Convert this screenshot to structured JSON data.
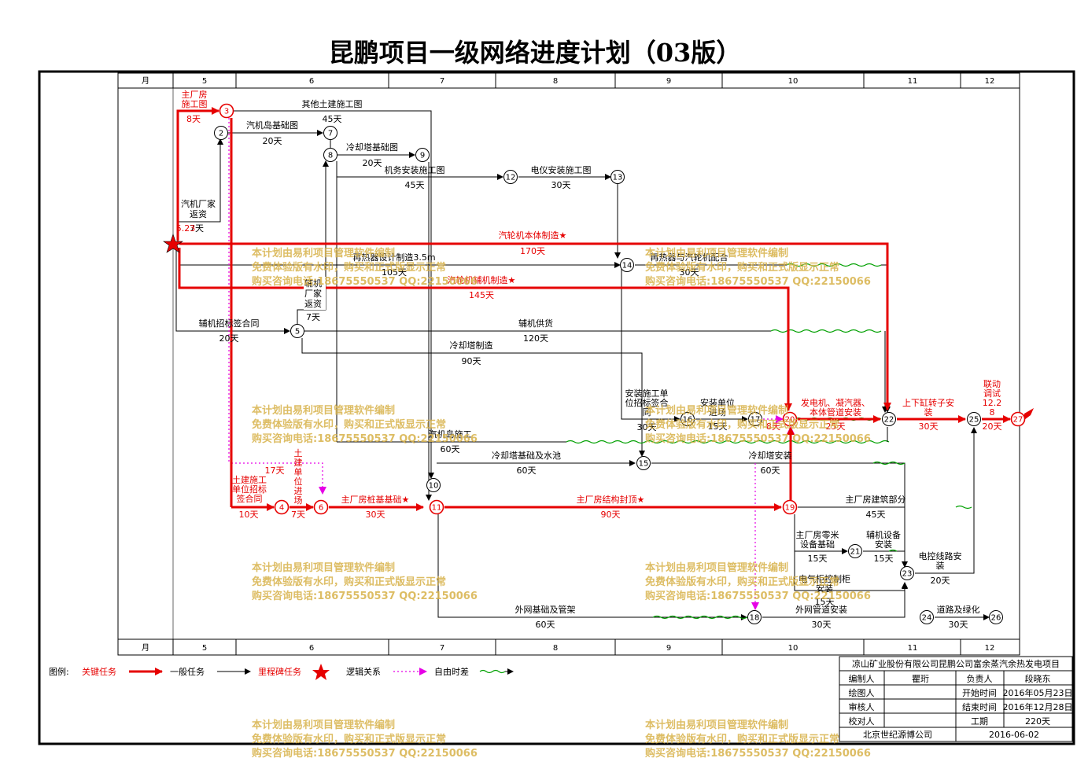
{
  "title": "昆鹏项目一级网络进度计划（03版）",
  "timeline": {
    "month_label": "月",
    "months": [
      "5",
      "6",
      "7",
      "8",
      "9",
      "10",
      "11",
      "12"
    ]
  },
  "nodes": [
    "2",
    "3",
    "4",
    "5",
    "6",
    "7",
    "8",
    "9",
    "10",
    "11",
    "12",
    "13",
    "14",
    "15",
    "16",
    "17",
    "18",
    "19",
    "20",
    "21",
    "22",
    "23",
    "24",
    "25",
    "26",
    "27"
  ],
  "tasks": [
    {
      "name": "主厂房施工图",
      "duration": "8天",
      "critical": true
    },
    {
      "name": "其他土建施工图",
      "duration": "45天"
    },
    {
      "name": "汽机岛基础图",
      "duration": "20天"
    },
    {
      "name": "冷却塔基础图",
      "duration": "20天"
    },
    {
      "name": "机务安装施工图",
      "duration": "45天"
    },
    {
      "name": "电仪安装施工图",
      "duration": "30天"
    },
    {
      "name": "汽机厂家返资",
      "duration": "7天"
    },
    {
      "name": "汽轮机本体制造★",
      "duration": "170天",
      "critical": true
    },
    {
      "name": "再热器设计制造3.5m",
      "duration": "105天"
    },
    {
      "name": "再热器与汽轮机配合",
      "duration": "30天"
    },
    {
      "name": "汽轮机辅机制造★",
      "duration": "145天",
      "critical": true
    },
    {
      "name": "辅机厂家返资",
      "duration": "7天"
    },
    {
      "name": "辅机招标签合同",
      "duration": "20天"
    },
    {
      "name": "辅机供货",
      "duration": "120天"
    },
    {
      "name": "冷却塔制造",
      "duration": "90天"
    },
    {
      "name": "安装施工单位招标签合同",
      "duration": "30天"
    },
    {
      "name": "安装单位进场",
      "duration": "15天"
    },
    {
      "name": "发电机、凝汽器、本体管道安装",
      "duration": "25天",
      "critical": true
    },
    {
      "name": "上下缸转子安装",
      "duration": "30天",
      "critical": true
    },
    {
      "name": "联动调试12.28",
      "duration": "20天",
      "critical": true
    },
    {
      "name": "汽机岛施工",
      "duration": "60天"
    },
    {
      "name": "冷却塔基础及水池",
      "duration": "60天"
    },
    {
      "name": "冷却塔安装",
      "duration": "60天"
    },
    {
      "name": "土建施工单位招标签合同",
      "duration": "10天",
      "critical": true
    },
    {
      "name": "土建单位进场",
      "duration": "7天",
      "critical": true
    },
    {
      "name": "主厂房桩基基础★",
      "duration": "30天",
      "critical": true
    },
    {
      "name": "主厂房结构封顶★",
      "duration": "90天",
      "critical": true
    },
    {
      "name": "主厂房建筑部分",
      "duration": "45天"
    },
    {
      "name": "主厂房零米设备基础",
      "duration": "15天"
    },
    {
      "name": "辅机设备安装",
      "duration": "15天"
    },
    {
      "name": "电控线路安装",
      "duration": "20天"
    },
    {
      "name": "电气柜控制柜安装",
      "duration": "15天"
    },
    {
      "name": "外网基础及管架",
      "duration": "60天"
    },
    {
      "name": "外网管道安装",
      "duration": "30天"
    },
    {
      "name": "道路及绿化",
      "duration": "30天"
    }
  ],
  "float_labels": {
    "f17": "17天",
    "start_date": "5.23"
  },
  "legend": {
    "title": "图例:",
    "critical": "关键任务",
    "normal": "一般任务",
    "milestone": "里程碑任务",
    "logic": "逻辑关系",
    "float": "自由时差"
  },
  "info": {
    "project": "凉山矿业股份有限公司昆鹏公司富余蒸汽余热发电项目",
    "rows": [
      [
        "编制人",
        "瞿珩",
        "负责人",
        "段晓东"
      ],
      [
        "绘图人",
        "",
        "开始时间",
        "2016年05月23日"
      ],
      [
        "审核人",
        "",
        "结束时间",
        "2016年12月28日"
      ],
      [
        "校对人",
        "",
        "工期",
        "220天"
      ]
    ],
    "company": "北京世纪源博公司",
    "date": "2016-06-02"
  },
  "watermark": [
    "本计划由易利项目管理软件编制",
    "免费体验版有水印，购买和正式版显示正常",
    "购买咨询电话:18675550537 QQ:22150066"
  ],
  "colors": {
    "critical": "#e60000",
    "normal": "#000000",
    "logic": "#e600e6",
    "float": "#00a000",
    "watermark": "#d8b24a"
  }
}
